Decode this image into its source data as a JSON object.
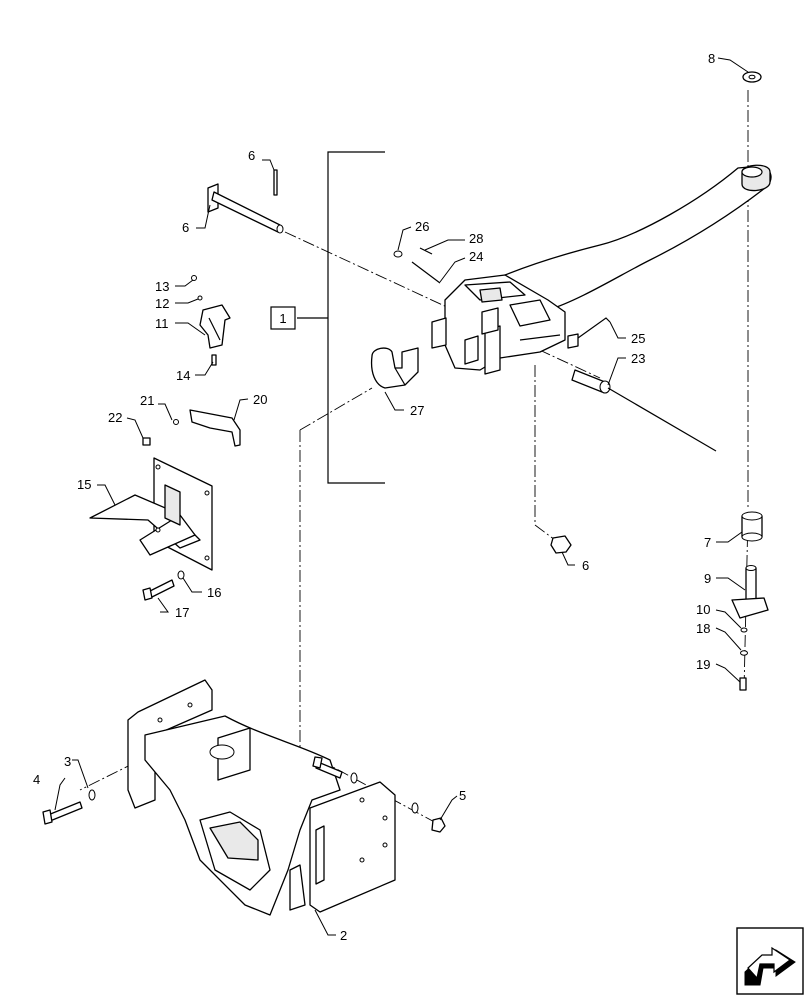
{
  "callouts": {
    "c1": "1",
    "c2": "2",
    "c3": "3",
    "c4": "4",
    "c5": "5",
    "c6a": "6",
    "c6b": "6",
    "c6c": "6",
    "c7": "7",
    "c8": "8",
    "c9": "9",
    "c10": "10",
    "c11": "11",
    "c12": "12",
    "c13": "13",
    "c14": "14",
    "c15": "15",
    "c16": "16",
    "c17": "17",
    "c18": "18",
    "c19": "19",
    "c20": "20",
    "c21": "21",
    "c22": "22",
    "c23": "23",
    "c24": "24",
    "c25": "25",
    "c26": "26",
    "c27": "27",
    "c28": "28"
  },
  "icons": {
    "navigation": "arrow-forward-icon"
  }
}
